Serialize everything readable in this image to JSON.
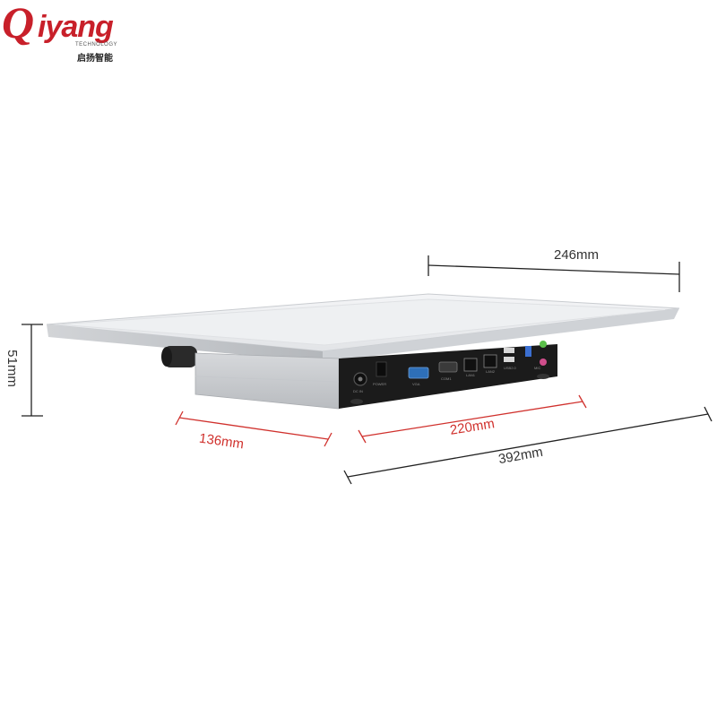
{
  "logo": {
    "brand_q": "Q",
    "brand_rest": "iyang",
    "tagline": "TECHNOLOGY",
    "chinese": "启扬智能",
    "color": "#c8202a"
  },
  "dimensions": {
    "depth_top": "246mm",
    "height": "51mm",
    "side_length": "136mm",
    "io_length": "220mm",
    "total_length": "392mm"
  },
  "colors": {
    "dim_line_dark": "#222222",
    "dim_line_red": "#d0312d",
    "panel_silver": "#e9eaec",
    "io_panel": "#1b1b1b"
  },
  "ports": {
    "power": "DC IN",
    "power_switch": "POWER",
    "vga": "VGA",
    "com": "COM1",
    "lan1": "LAN1",
    "lan2": "LAN2",
    "usb": "USB2.0",
    "audio": "MIC"
  }
}
